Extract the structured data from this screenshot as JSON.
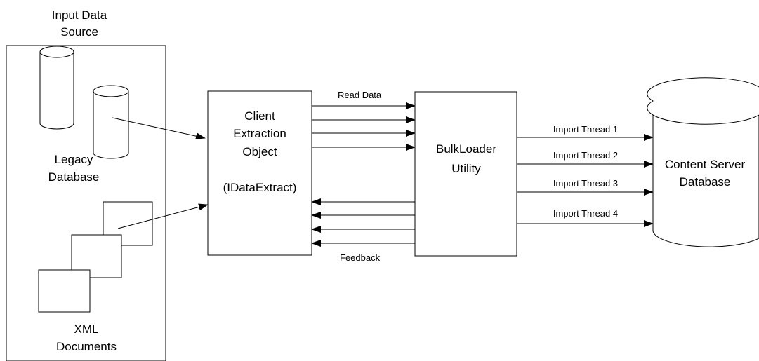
{
  "source_panel": {
    "title_line1": "Input Data",
    "title_line2": "Source",
    "legacy_line1": "Legacy",
    "legacy_line2": "Database",
    "xml_line1": "XML",
    "xml_line2": "Documents"
  },
  "extraction": {
    "line1": "Client",
    "line2": "Extraction",
    "line3": "Object",
    "line4": "(IDataExtract)"
  },
  "read_data_label": "Read Data",
  "feedback_label": "Feedback",
  "bulkloader": {
    "line1": "BulkLoader",
    "line2": "Utility"
  },
  "threads": [
    "Import Thread 1",
    "Import Thread 2",
    "Import Thread 3",
    "Import Thread 4"
  ],
  "content_db": {
    "line1": "Content Server",
    "line2": "Database"
  }
}
